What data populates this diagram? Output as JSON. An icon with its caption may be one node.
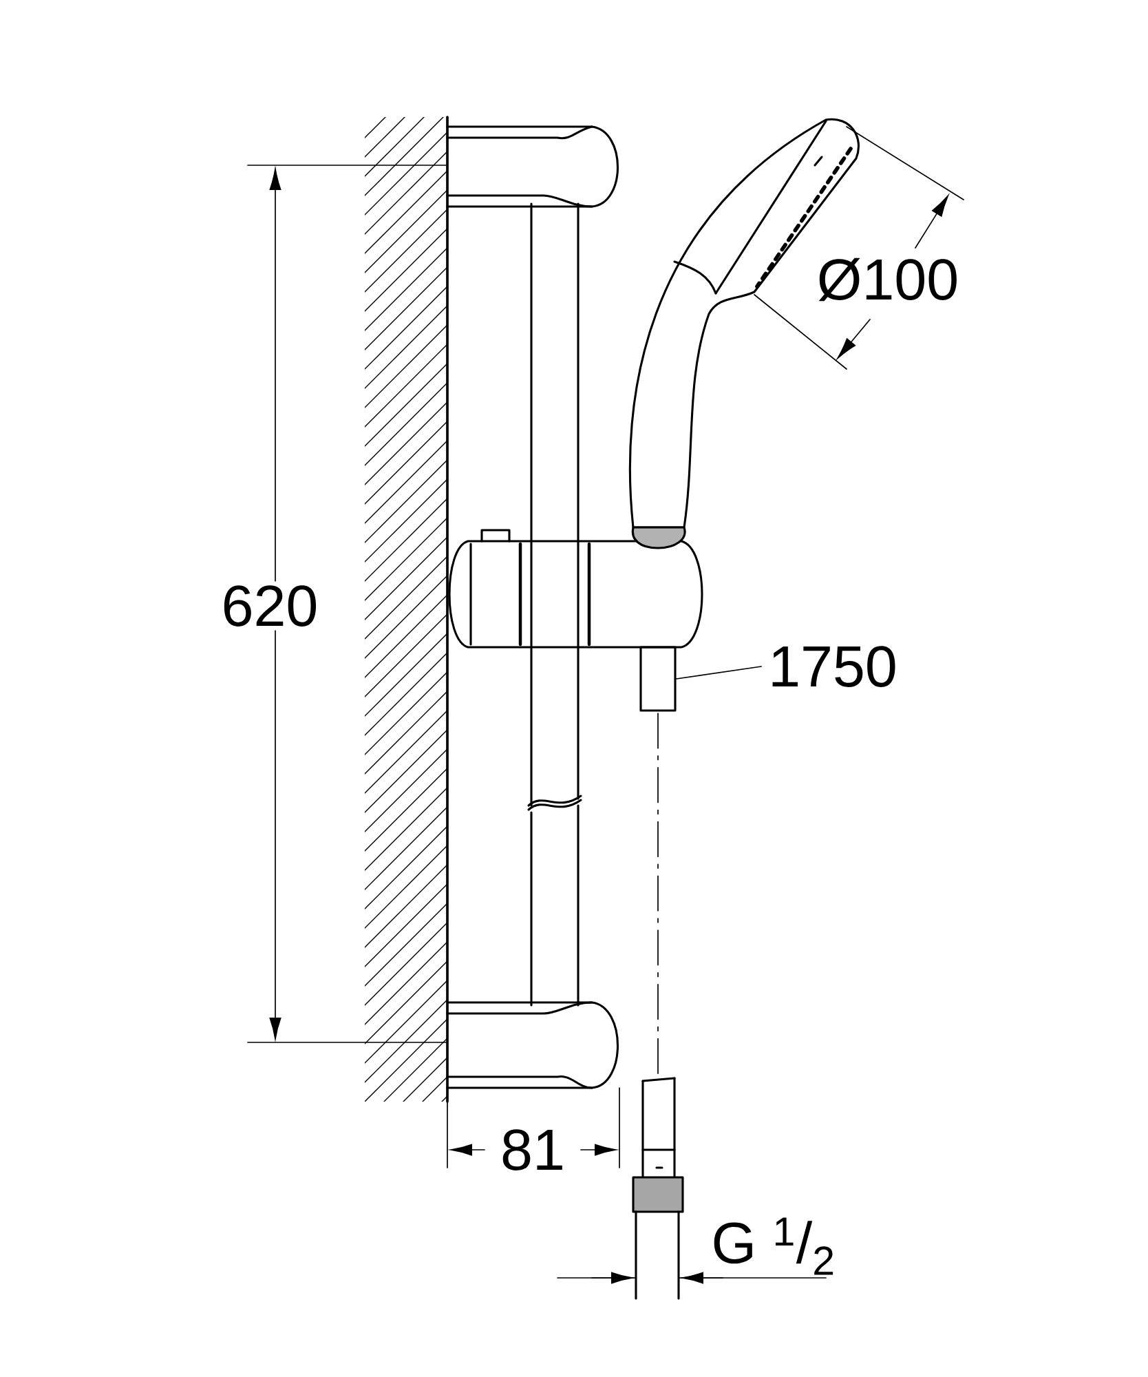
{
  "diagram": {
    "nodes": [
      {
        "text": [
          "1750"
        ]
      },
      {
        "text": [],
        "shape": "box"
      }
    ],
    "edges": [
      {
        "from": 0,
        "to": 1,
        "arrow": "none"
      }
    ],
    "labels": [
      "620",
      "Ø100",
      "81",
      "G $^{1}$/$_{2}$"
    ]
  }
}
